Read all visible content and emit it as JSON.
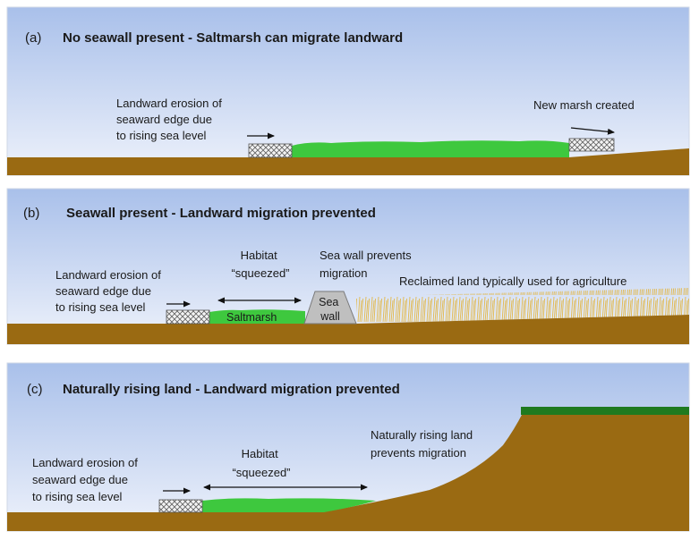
{
  "panel_a": {
    "label": "(a)",
    "title": "No seawall present - Saltmarsh can migrate landward",
    "erosion_note": [
      "Landward erosion of",
      "seaward edge due",
      "to rising sea level"
    ],
    "new_marsh_note": "New marsh created"
  },
  "panel_b": {
    "label": "(b)",
    "title": "Seawall present - Landward migration prevented",
    "erosion_note": [
      "Landward erosion of",
      "seaward edge due",
      "to rising sea level"
    ],
    "habitat_note": [
      "Habitat",
      "“squeezed”"
    ],
    "seawall_note": [
      "Sea wall prevents",
      "migration"
    ],
    "reclaimed_note": "Reclaimed land typically used for agriculture",
    "saltmarsh_label": "Saltmarsh",
    "seawall_label": [
      "Sea",
      "wall"
    ]
  },
  "panel_c": {
    "label": "(c)",
    "title": "Naturally rising land - Landward migration prevented",
    "erosion_note": [
      "Landward erosion of",
      "seaward edge due",
      "to rising sea level"
    ],
    "habitat_note": [
      "Habitat",
      "“squeezed”"
    ],
    "rising_note": [
      "Naturally rising land",
      "prevents migration"
    ]
  },
  "colors": {
    "sky_top": "#a9c0ea",
    "sky_bottom": "#eef2fb",
    "soil": "#9a6a12",
    "marsh": "#3ec83e",
    "grass_top": "#1f7a1f",
    "crop": "#e2b84a",
    "wall": "#bfbfbf"
  }
}
